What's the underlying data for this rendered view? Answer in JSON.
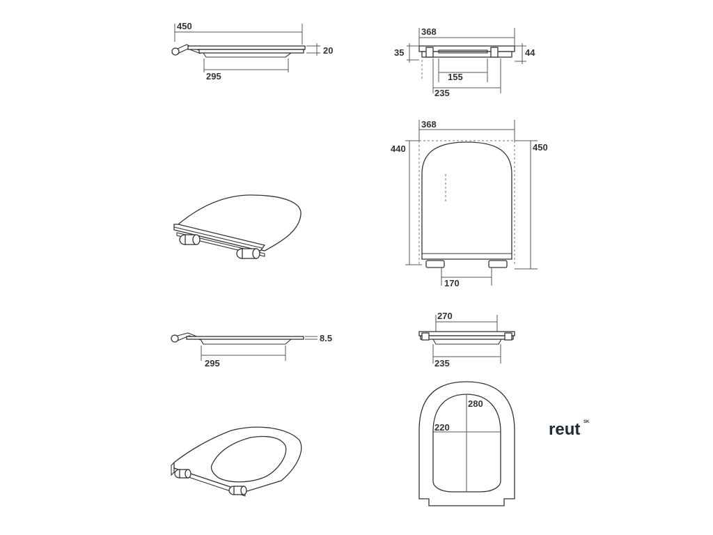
{
  "views": {
    "side_top": {
      "length": "450",
      "thickness": "20",
      "inner": "295"
    },
    "front_top": {
      "width": "368",
      "height_left": "35",
      "height_right": "44",
      "hinge_inner": "155",
      "hinge_outer": "235"
    },
    "plan_seat": {
      "width": "368",
      "depth_left": "440",
      "depth_right": "450",
      "hinge_spacing": "170"
    },
    "side_bottom": {
      "thickness": "8.5",
      "inner": "295"
    },
    "front_bottom": {
      "width": "270",
      "hinge_outer": "235"
    },
    "plan_opening": {
      "length": "280",
      "width": "220"
    }
  },
  "logo": {
    "name": "reut",
    "suffix": "SK"
  }
}
